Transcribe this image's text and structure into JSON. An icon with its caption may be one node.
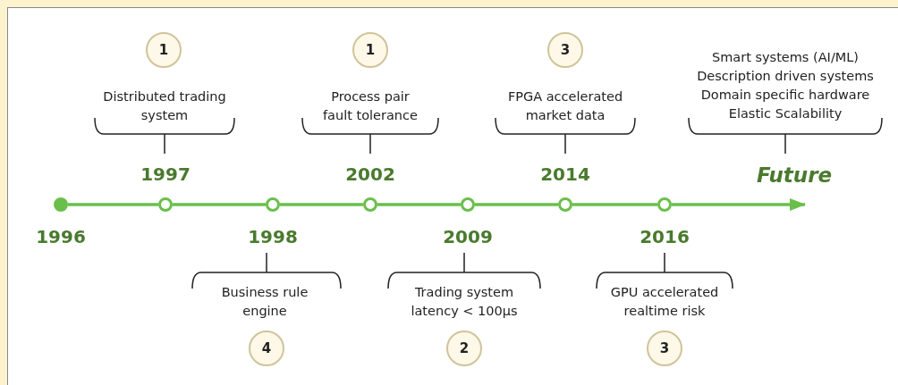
{
  "diagram": {
    "nodes": [
      {
        "text": [
          "1"
        ]
      },
      {
        "text": [
          "1"
        ]
      },
      {
        "text": [
          "3"
        ]
      },
      {
        "text": [],
        "shape": "circle",
        "beside": [
          "1996"
        ]
      },
      {
        "text": [],
        "shape": "circle",
        "beside": [
          "1997"
        ]
      },
      {
        "text": [],
        "shape": "circle",
        "beside": [
          "1998"
        ]
      },
      {
        "text": [],
        "shape": "circle",
        "beside": [
          "2002"
        ]
      },
      {
        "text": [],
        "shape": "circle",
        "beside": [
          "2009"
        ]
      },
      {
        "text": [],
        "shape": "circle",
        "beside": [
          "2014"
        ]
      },
      {
        "text": [],
        "shape": "circle",
        "beside": [
          "2016"
        ]
      },
      {
        "text": [
          "4"
        ]
      },
      {
        "text": [
          "2"
        ]
      },
      {
        "text": [
          "3"
        ]
      }
    ],
    "edges": [
      {
        "from": 3,
        "to": 4,
        "arrow": "none"
      },
      {
        "from": 4,
        "to": 5,
        "arrow": "none"
      },
      {
        "from": 5,
        "to": 6,
        "arrow": "none"
      },
      {
        "from": 6,
        "to": 7,
        "arrow": "none"
      },
      {
        "from": 7,
        "to": 8,
        "arrow": "none"
      },
      {
        "from": 8,
        "to": 9,
        "arrow": "none"
      },
      {
        "from": 9,
        "to": null,
        "arrow": "to"
      }
    ],
    "labels": [
      "Distributed trading system",
      "Process pair fault tolerance",
      "FPGA accelerated market data",
      "Smart systems (AI/ML)",
      "Description driven systems",
      "Domain specific hardware",
      "Elastic Scalability",
      "Future",
      "Business rule engine",
      "Trading system latency < 100μs",
      "GPU accelerated realtime risk"
    ]
  }
}
